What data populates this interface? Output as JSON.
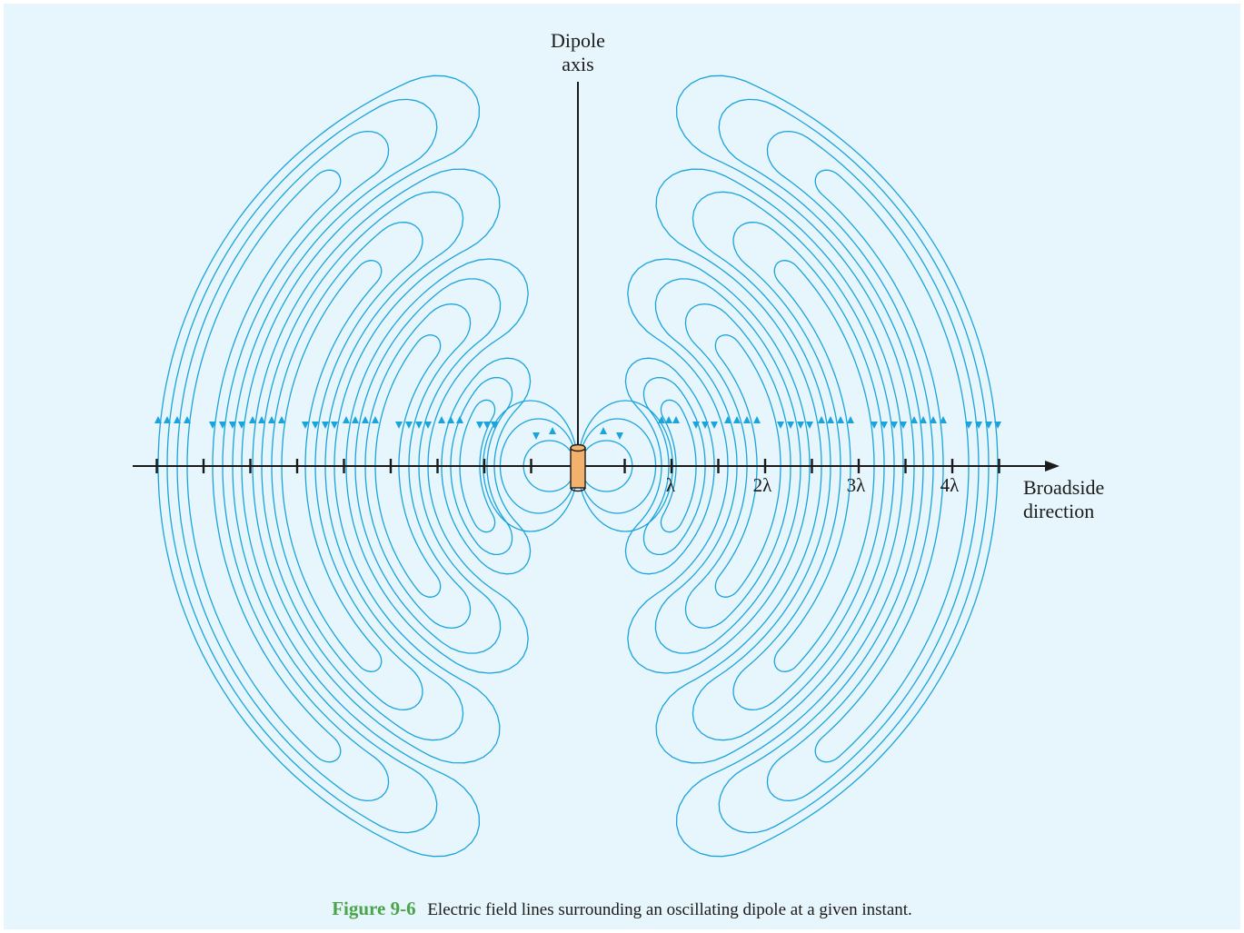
{
  "labels": {
    "dipole_axis_line1": "Dipole",
    "dipole_axis_line2": "axis",
    "broadside_line1": "Broadside",
    "broadside_line2": "direction"
  },
  "tick_labels": [
    "λ",
    "2λ",
    "3λ",
    "4λ"
  ],
  "caption": {
    "figure_number": "Figure 9-6",
    "text": "Electric field lines surrounding an oscillating dipole at a given instant."
  },
  "colors": {
    "field_line": "#1ba3dc",
    "axis": "#1a1a1a",
    "dipole_fill": "#f2b26b",
    "background": "#e6f6fc",
    "figure_number": "#4aa54a"
  }
}
